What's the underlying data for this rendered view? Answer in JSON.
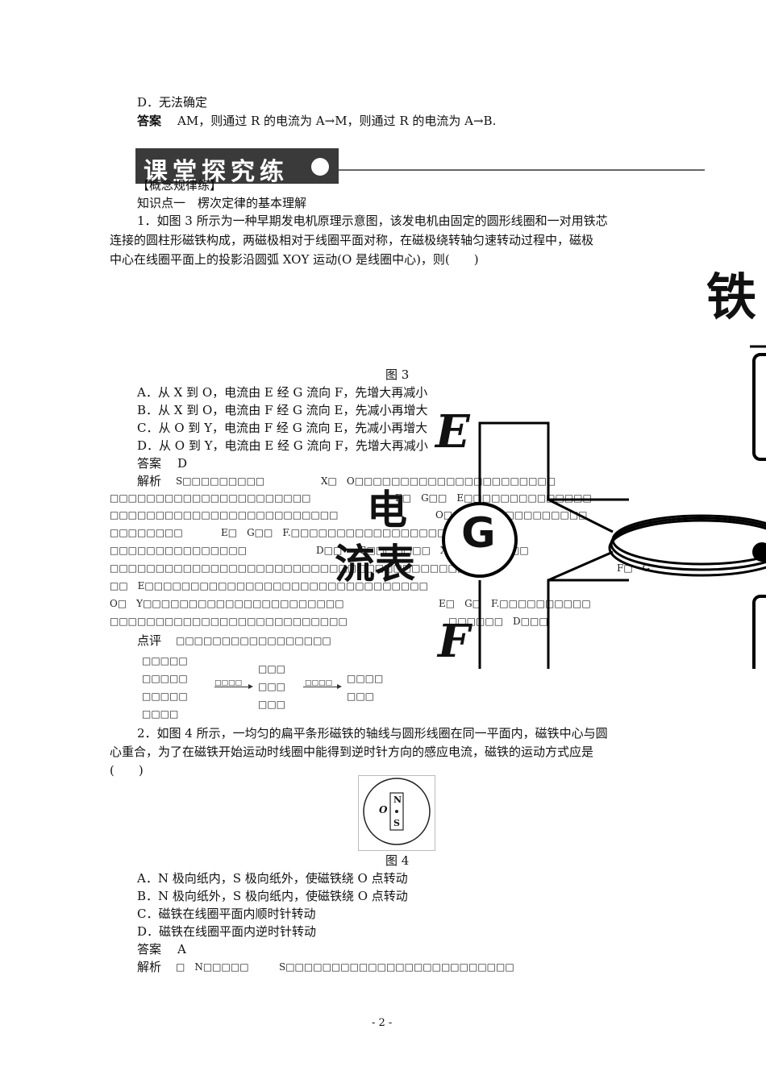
{
  "top": {
    "option_d": "D．无法确定",
    "answer_label": "答案",
    "answer_text": "AM，则通过 R 的电流为 A→M，则通过 R 的电流为 A→B."
  },
  "banner": {
    "title": "课堂探究练"
  },
  "section": {
    "category": "【概念规律练】",
    "knowledge": "知识点一　楞次定律的基本理解"
  },
  "q1": {
    "line1": "1．如图 3 所示为一种早期发电机原理示意图，该发电机由固定的圆形线圈和一对用铁芯",
    "line2": "连接的圆柱形磁铁构成，两磁极相对于线圈平面对称，在磁极绕转轴匀速转动过程中，磁极",
    "line3": "中心在线圈平面上的投影沿圆弧 XOY 运动(O 是线圈中心)，则(　　)",
    "fig_caption": "图 3",
    "opt_a": "A．从 X 到 O，电流由 E 经 G 流向 F，先增大再减小",
    "opt_b": "B．从 X 到 O，电流由 F 经 G 流向 E，先减小再增大",
    "opt_c": "C．从 O 到 Y，电流由 F 经 G 流向 E，先减小再增大",
    "opt_d": "D．从 O 到 Y，电流由 E 经 G 流向 F，先增大再减小",
    "answer_label": "答案",
    "answer_value": "D",
    "analysis_label": "解析",
    "analysis_rows": [
      [
        "S□□□□□□□□□",
        "X□　O□□□□□□□□□□□□□□□□□□□□□□"
      ],
      [
        "□□□□□□□□□□□□□□□□□□□□□□",
        "E□　G□□　E□□□□□□□□□□□□□□"
      ],
      [
        "□□□□□□□□□□□□□□□□□□□□□□□□□",
        "O□　Y□□□□□□□□□□□□□"
      ],
      [
        "□□□□□□□□",
        "E□　G□□　F.□□□□□□□□□□□□□□□□□□□□□□□□"
      ],
      [
        "□□□□□□□□□□□□□□□",
        "D□□　→S□□□□□□□　X□　O□□□□□□"
      ],
      [
        "□□□□□□□□□□□□□□□□□□□□□□□□□□□□□□□□□□□□□□□□",
        "F□　G"
      ],
      [
        "□□　E□□□□□□□□□□□□□□□□□□□□□□□□□□□□□□□",
        ""
      ],
      [
        "O□　Y□□□□□□□□□□□□□□□□□□□□□□",
        "E□　G□　F.□□□□□□□□□□"
      ],
      [
        "□□□□□□□□□□□□□□□□□□□□□□□□□□",
        "□□□□□□　D□□□"
      ]
    ],
    "comment_label": "点评",
    "comment_text": "□□□□□□□□□□□□□□□□□",
    "flow_col1": [
      "□□□□□",
      "□□□□□",
      "□□□□□",
      "□□□□"
    ],
    "flow_arrow1": "□□□□",
    "flow_col2": [
      "□□□",
      "□□□",
      "□□□"
    ],
    "flow_arrow2": "□□□□",
    "flow_col3": [
      "□□□□",
      "□□□"
    ]
  },
  "overlay": {
    "label_e": "E",
    "label_f": "F",
    "label_g": "G",
    "label_meter": [
      "电",
      "流表"
    ],
    "label_iron": "铁"
  },
  "q2": {
    "line1": "2．如图 4 所示，一均匀的扁平条形磁铁的轴线与圆形线圈在同一平面内，磁铁中心与圆",
    "line2": "心重合，为了在磁铁开始运动时线圈中能得到逆时针方向的感应电流，磁铁的运动方式应是",
    "line3": "(　　)",
    "fig_o": "O",
    "fig_n": "N",
    "fig_s": "S",
    "fig_caption": "图 4",
    "opt_a": "A．N 极向纸内，S 极向纸外，使磁铁绕 O 点转动",
    "opt_b": "B．N 极向纸外，S 极向纸内，使磁铁绕 O 点转动",
    "opt_c": "C．磁铁在线圈平面内顺时针转动",
    "opt_d": "D．磁铁在线圈平面内逆时针转动",
    "answer_label": "答案",
    "answer_value": "A",
    "analysis_label": "解析",
    "analysis_a": "□　N□□□□□",
    "analysis_b": "S□□□□□□□□□□□□□□□□□□□□□□□□□"
  },
  "footer": {
    "page": "- 2 -"
  }
}
